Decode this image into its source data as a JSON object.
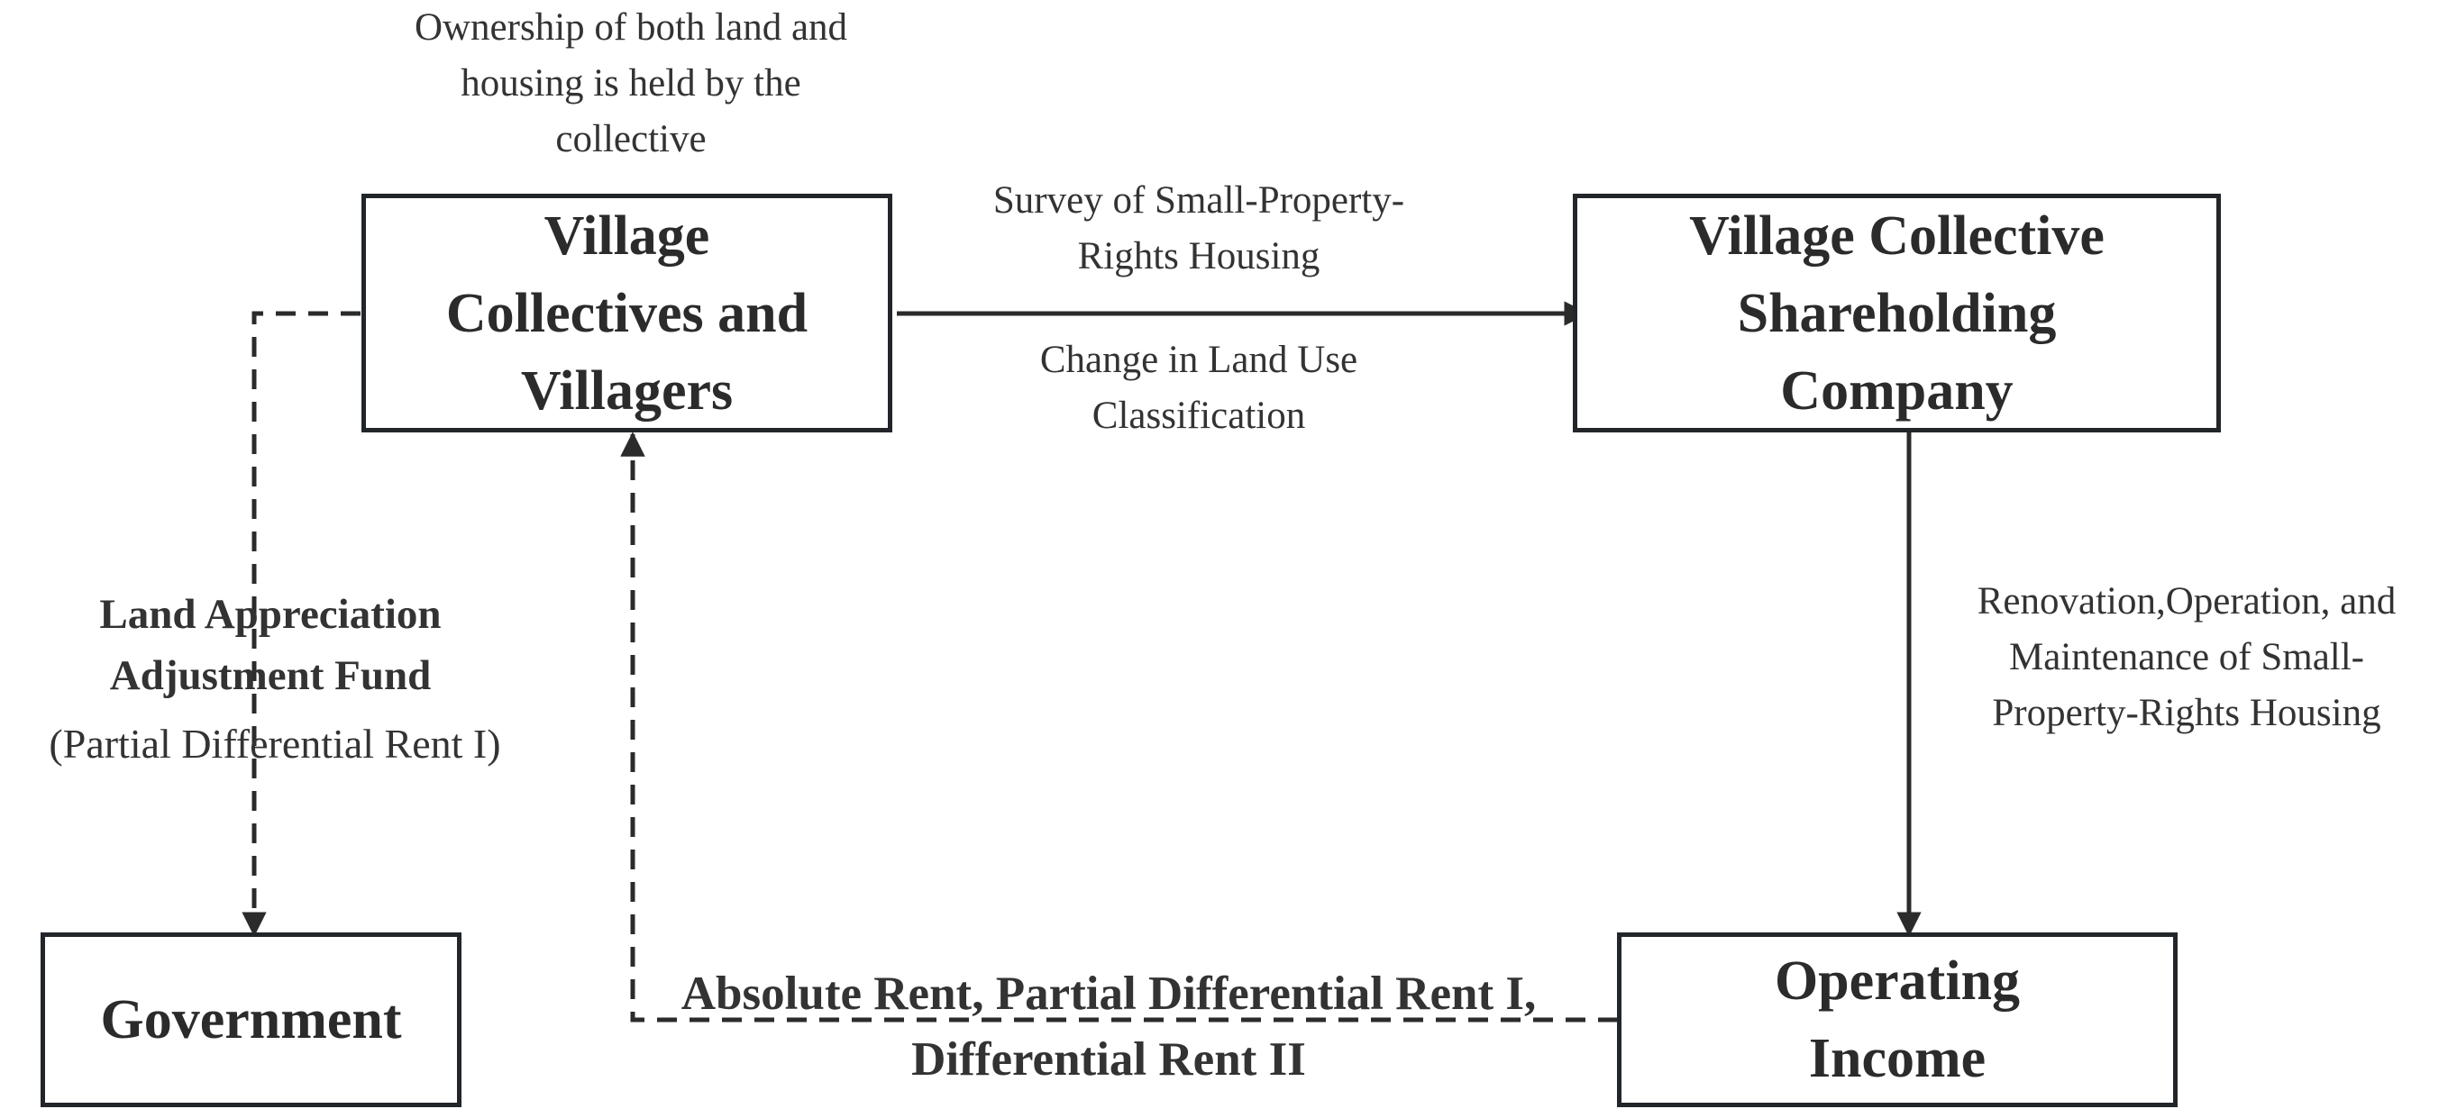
{
  "nodes": {
    "villagers": "Village\nCollectives and\nVillagers",
    "company": "Village Collective\nShareholding\nCompany",
    "government": "Government",
    "income": "Operating\nIncome"
  },
  "labels": {
    "ownership_note": "Ownership of both land and\nhousing is held by the\ncollective",
    "survey": "Survey of Small-Property-\nRights Housing",
    "land_use_change": "Change in Land Use\nClassification",
    "renovation": "Renovation,Operation, and\nMaintenance of Small-\nProperty-Rights Housing",
    "fund_title": "Land Appreciation\nAdjustment Fund",
    "fund_sub": "(Partial Differential Rent I)",
    "rents": "Absolute Rent, Partial Differential Rent I,\nDifferential Rent II"
  }
}
